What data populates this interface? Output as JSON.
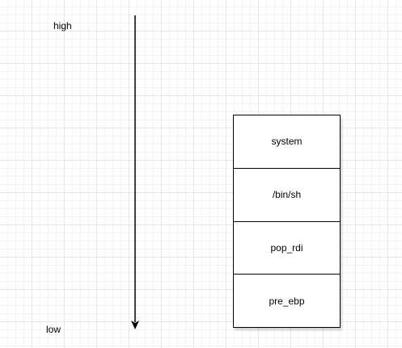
{
  "labels": {
    "high": "high",
    "low": "low"
  },
  "stack": {
    "cells": [
      "system",
      "/bin/sh",
      "pop_rdi",
      "pre_ebp"
    ]
  },
  "colors": {
    "line": "#000000",
    "grid": "#e6e6e6",
    "background": "#ffffff"
  }
}
